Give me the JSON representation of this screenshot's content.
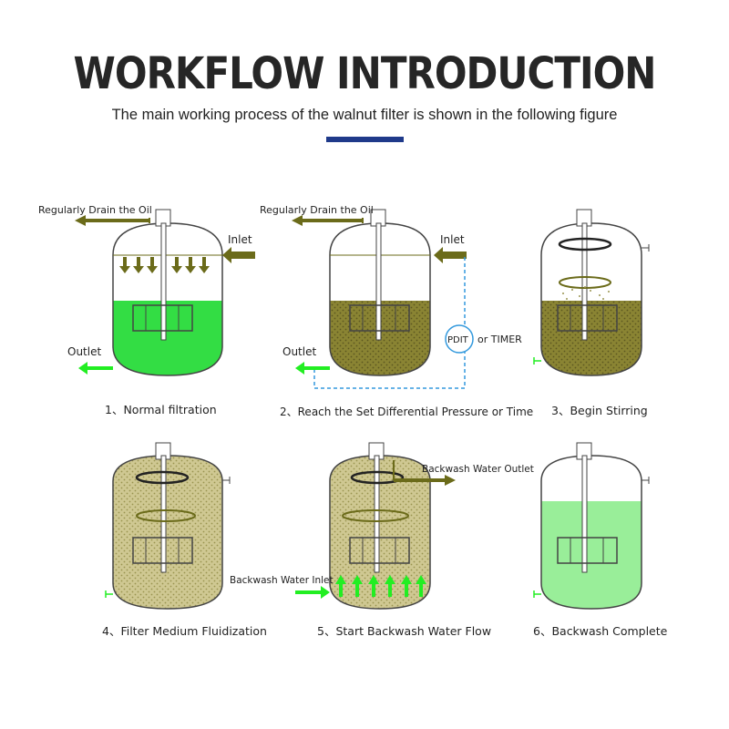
{
  "header": {
    "title": "WORKFLOW INTRODUCTION",
    "subtitle": "The main working process of the walnut filter is shown in the following figure",
    "accent_color": "#1f3a8a"
  },
  "colors": {
    "clean_water": "#33dd44",
    "light_water": "#99ee99",
    "medium": "#6b6b1a",
    "medium_fill": "#c8c38a",
    "flow_arrow": "#22ee22",
    "pipe_dashed": "#3399dd",
    "outline": "#444444"
  },
  "steps": [
    {
      "caption": "1、Normal filtration",
      "drain_label": "Regularly Drain the Oil",
      "inlet_label": "Inlet",
      "outlet_label": "Outlet"
    },
    {
      "caption": "2、Reach the Set Differential Pressure or Time",
      "drain_label": "Regularly Drain the Oil",
      "inlet_label": "Inlet",
      "outlet_label": "Outlet",
      "sensor_label": "PDIT",
      "timer_label": "or TIMER"
    },
    {
      "caption": "3、Begin Stirring"
    },
    {
      "caption": "4、Filter Medium Fluidization"
    },
    {
      "caption": "5、Start Backwash Water Flow",
      "backwash_outlet_label": "Backwash Water Outlet",
      "backwash_inlet_label": "Backwash Water Inlet"
    },
    {
      "caption": "6、Backwash Complete"
    }
  ]
}
